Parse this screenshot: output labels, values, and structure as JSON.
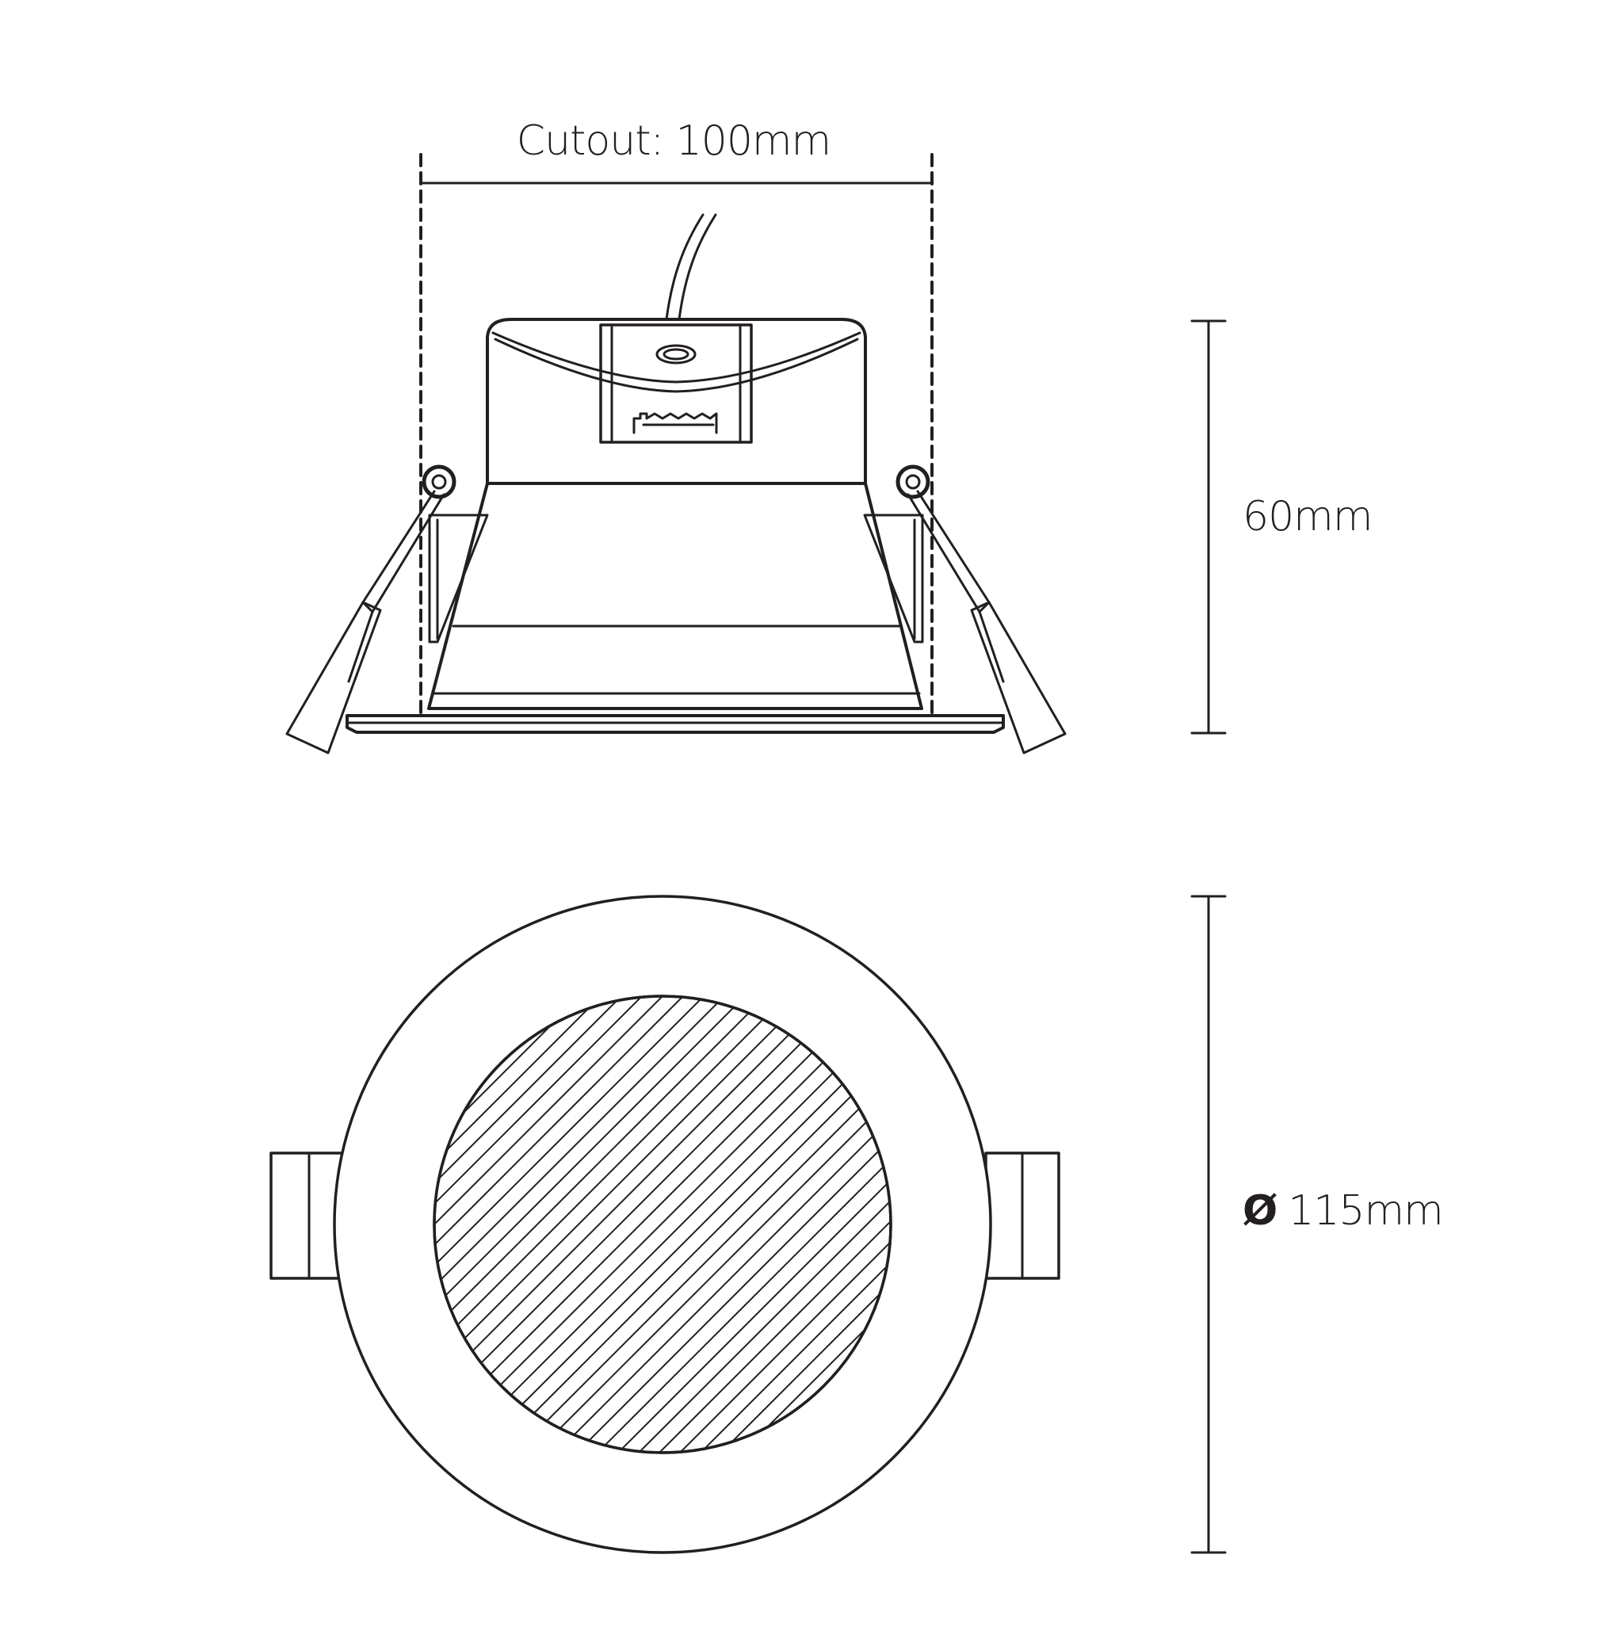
{
  "dimensions": {
    "cutout": "Cutout: 100mm",
    "height": "60mm",
    "diameter_symbol": "Ø",
    "diameter": "115mm"
  },
  "colors": {
    "line": "#231f20",
    "background": "#ffffff"
  }
}
